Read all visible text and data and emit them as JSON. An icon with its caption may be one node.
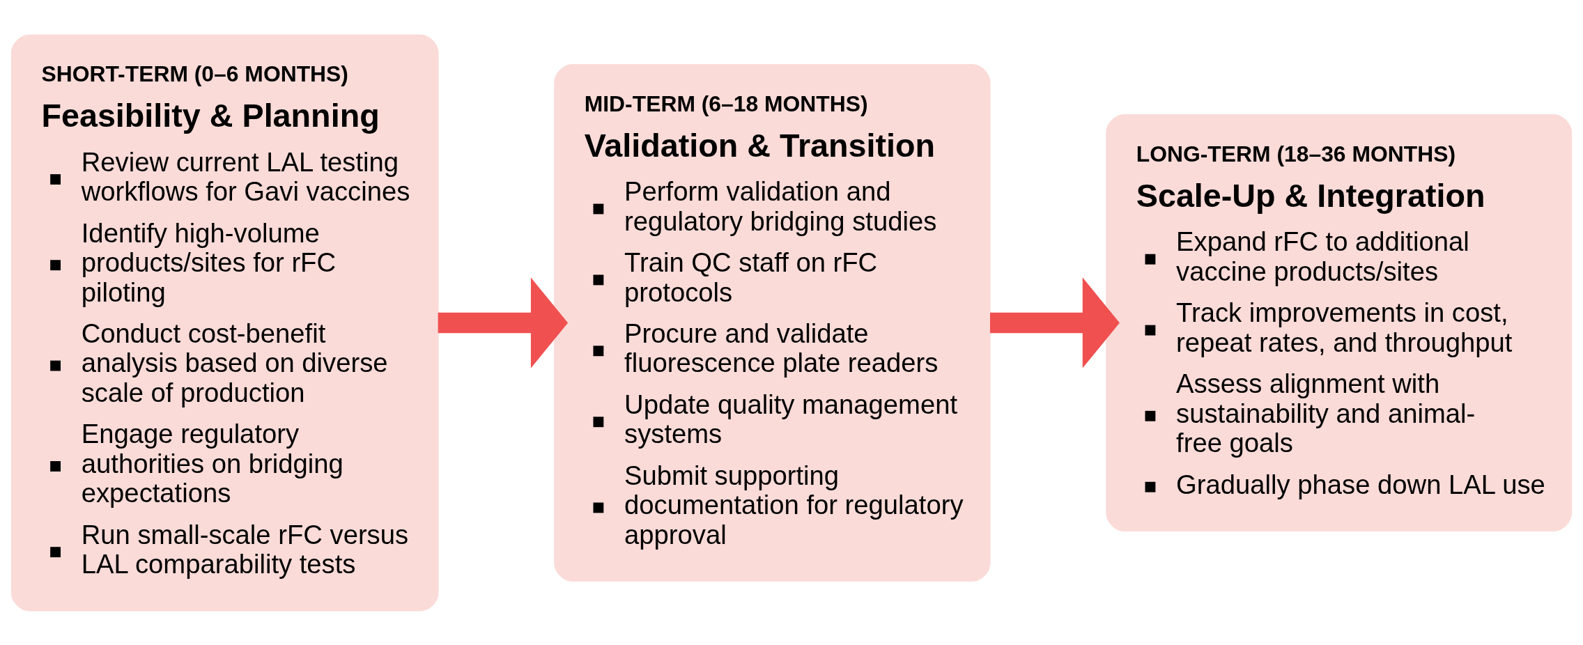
{
  "diagram": {
    "nodes": [
      {
        "text": [
          "SHORT-TERM (0–6 MONTHS)",
          "Feasibility & Planning",
          "Review current LAL testing workflows for Gavi vaccines",
          "Identify high-volume products/sites for rFC piloting",
          "Conduct cost-benefit analysis based on diverse scale of production",
          "Engage regulatory authorities on bridging expectations",
          "Run small-scale rFC versus LAL comparability tests"
        ]
      },
      {
        "text": [
          "MID-TERM (6–18 MONTHS)",
          "Validation & Transition",
          "Perform validation and regulatory bridging studies",
          "Train QC staff on rFC protocols",
          "Procure and validate fluorescence plate readers",
          "Update quality management systems",
          "Submit supporting documentation for regulatory approval"
        ]
      },
      {
        "text": [
          "LONG-TERM (18–36 MONTHS)",
          "Scale-Up & Integration",
          "Expand rFC to additional vaccine products/sites",
          "Track improvements in cost, repeat rates, and throughput",
          "Assess alignment with sustainability and animal-free goals",
          "Gradually phase down LAL use"
        ]
      }
    ],
    "edges": [
      {
        "from": 0,
        "to": 1,
        "arrow": "to"
      },
      {
        "from": 1,
        "to": 2,
        "arrow": "to"
      }
    ]
  }
}
